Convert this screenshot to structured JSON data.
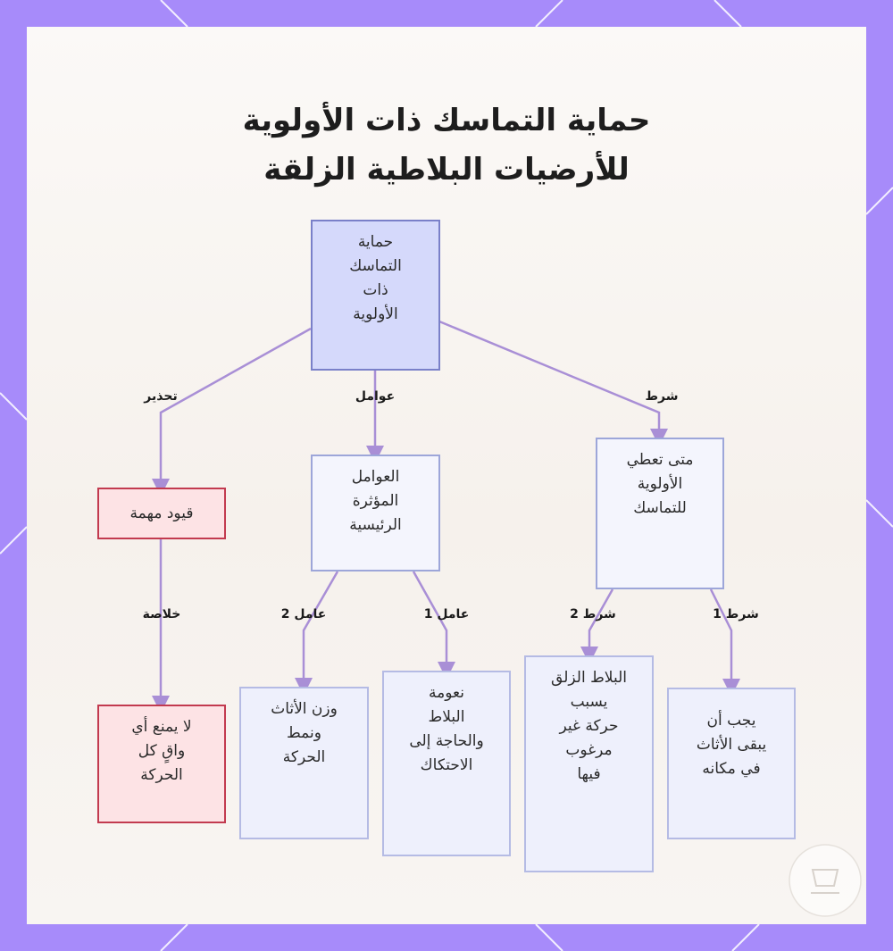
{
  "title": {
    "line1": "حماية التماسك ذات الأولوية",
    "line2": "للأرضيات البلاطية الزلقة"
  },
  "nodes": {
    "root": [
      "حماية",
      "التماسك",
      "ذات",
      "الأولوية"
    ],
    "caution": [
      "قيود مهمة"
    ],
    "factors": [
      "العوامل",
      "المؤثرة",
      "الرئيسية"
    ],
    "condition": [
      "متى تعطي",
      "الأولوية",
      "للتماسك"
    ],
    "conclusion": [
      "لا يمنع أي",
      "واقٍ كل",
      "الحركة"
    ],
    "factor2": [
      "وزن الأثاث",
      "ونمط",
      "الحركة"
    ],
    "factor1": [
      "نعومة",
      "البلاط",
      "والحاجة إلى",
      "الاحتكاك"
    ],
    "cond2": [
      "البلاط الزلق",
      "يسبب",
      "حركة غير",
      "مرغوب",
      "فيها"
    ],
    "cond1": [
      "يجب أن",
      "يبقى الأثاث",
      "في مكانه"
    ]
  },
  "edge_labels": {
    "caution": "تحذير",
    "factors": "عوامل",
    "condition": "شرط",
    "conclusion": "خلاصة",
    "factor2": "عامل 2",
    "factor1": "عامل 1",
    "cond2": "شرط 2",
    "cond1": "شرط 1"
  },
  "colors": {
    "frame": "#a78bfa",
    "edge": "#a98fd6",
    "root_fill": "#d5d9fb",
    "warning_border": "#c23a4f",
    "warning_fill": "#fde3e5"
  }
}
